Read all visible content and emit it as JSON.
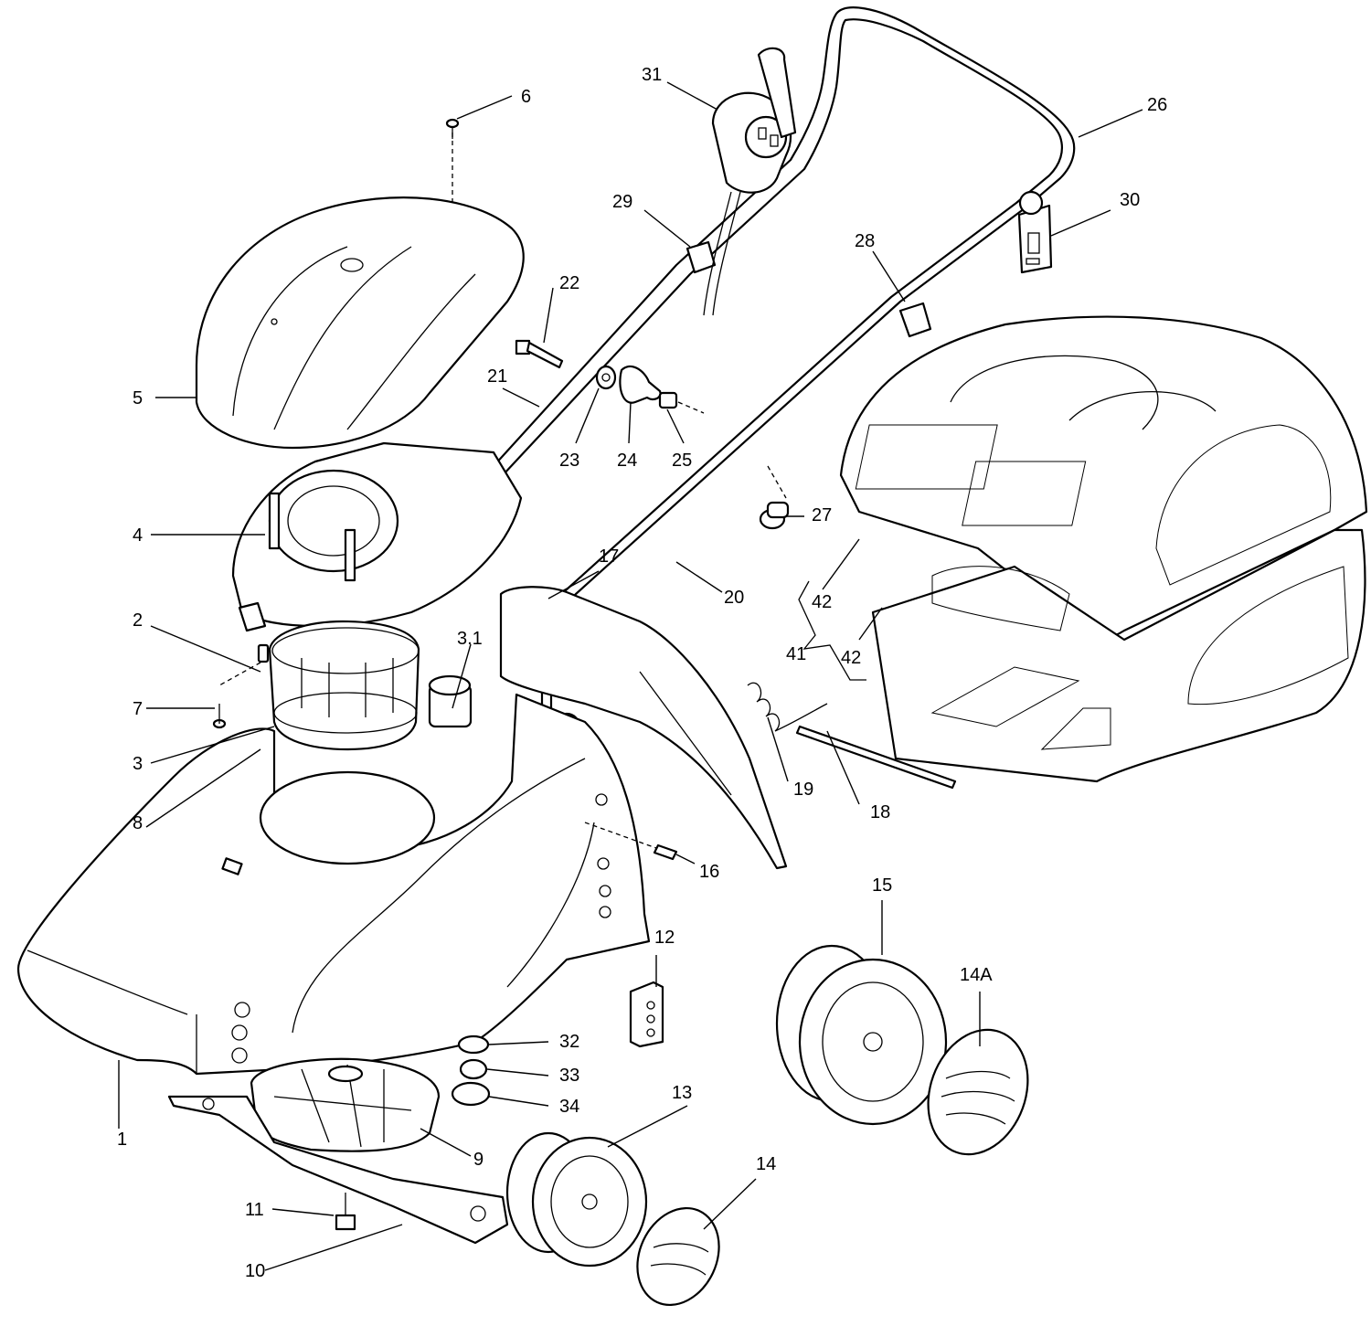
{
  "diagram": {
    "type": "exploded-parts-diagram",
    "subject": "electric lawn mower",
    "labels": [
      {
        "id": "p1",
        "text": "1",
        "part": "deck"
      },
      {
        "id": "p2",
        "text": "2",
        "part": "screw"
      },
      {
        "id": "p3",
        "text": "3",
        "part": "motor"
      },
      {
        "id": "p3_1",
        "text": "3.1",
        "part": "capacitor"
      },
      {
        "id": "p4",
        "text": "4",
        "part": "motor-cover"
      },
      {
        "id": "p5",
        "text": "5",
        "part": "hood"
      },
      {
        "id": "p6",
        "text": "6",
        "part": "screw"
      },
      {
        "id": "p7",
        "text": "7",
        "part": "screw"
      },
      {
        "id": "p8",
        "text": "8",
        "part": "clip"
      },
      {
        "id": "p9",
        "text": "9",
        "part": "fan-blade"
      },
      {
        "id": "p10",
        "text": "10",
        "part": "blade"
      },
      {
        "id": "p11",
        "text": "11",
        "part": "blade-bolt"
      },
      {
        "id": "p12",
        "text": "12",
        "part": "bracket"
      },
      {
        "id": "p13",
        "text": "13",
        "part": "front-wheel"
      },
      {
        "id": "p14",
        "text": "14",
        "part": "wheel-cap"
      },
      {
        "id": "p14A",
        "text": "14A",
        "part": "wheel-cap"
      },
      {
        "id": "p15",
        "text": "15",
        "part": "rear-wheel"
      },
      {
        "id": "p16",
        "text": "16",
        "part": "screw"
      },
      {
        "id": "p17",
        "text": "17",
        "part": "rear-flap"
      },
      {
        "id": "p18",
        "text": "18",
        "part": "rod"
      },
      {
        "id": "p19",
        "text": "19",
        "part": "spring"
      },
      {
        "id": "p20",
        "text": "20",
        "part": "lower-handle"
      },
      {
        "id": "p21",
        "text": "21",
        "part": "lower-handle"
      },
      {
        "id": "p22",
        "text": "22",
        "part": "bolt"
      },
      {
        "id": "p23",
        "text": "23",
        "part": "washer"
      },
      {
        "id": "p24",
        "text": "24",
        "part": "wing-knob"
      },
      {
        "id": "p25",
        "text": "25",
        "part": "nut"
      },
      {
        "id": "p26",
        "text": "26",
        "part": "upper-handle"
      },
      {
        "id": "p27",
        "text": "27",
        "part": "plug"
      },
      {
        "id": "p28",
        "text": "28",
        "part": "cable-clip"
      },
      {
        "id": "p29",
        "text": "29",
        "part": "cable-clip"
      },
      {
        "id": "p30",
        "text": "30",
        "part": "cable-holder"
      },
      {
        "id": "p31",
        "text": "31",
        "part": "switch-box"
      },
      {
        "id": "p32",
        "text": "32",
        "part": "spacer"
      },
      {
        "id": "p33",
        "text": "33",
        "part": "spacer"
      },
      {
        "id": "p34",
        "text": "34",
        "part": "spacer"
      },
      {
        "id": "p41",
        "text": "41",
        "part": "grass-box-assembly"
      },
      {
        "id": "p42a",
        "text": "42",
        "part": "grass-box-top"
      },
      {
        "id": "p42b",
        "text": "42",
        "part": "grass-box-bottom"
      }
    ]
  }
}
